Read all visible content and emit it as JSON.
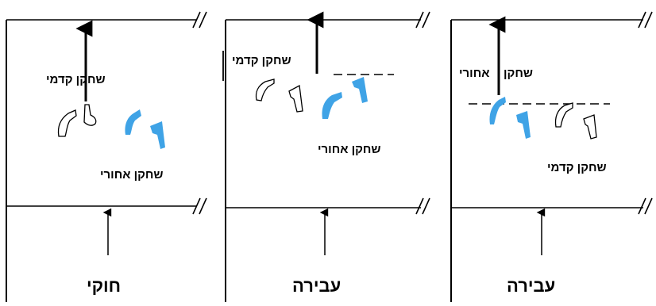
{
  "panels": [
    {
      "verdict": "חוקי",
      "labels": {
        "front_player": "שחקן קדמי",
        "back_player": "שחקן אחורי"
      }
    },
    {
      "verdict": "עבירה",
      "labels": {
        "front_player": "שחקן קדמי",
        "back_player": "שחקן אחורי"
      }
    },
    {
      "verdict": "עבירה",
      "labels": {
        "back_player_word1": "שחקן",
        "back_player_word2": "אחורי",
        "front_player": "שחקן קדמי"
      }
    }
  ],
  "colors": {
    "back_player_feet": "#3fa3e6",
    "front_player_feet_outline": "#000000",
    "lines": "#000000"
  }
}
